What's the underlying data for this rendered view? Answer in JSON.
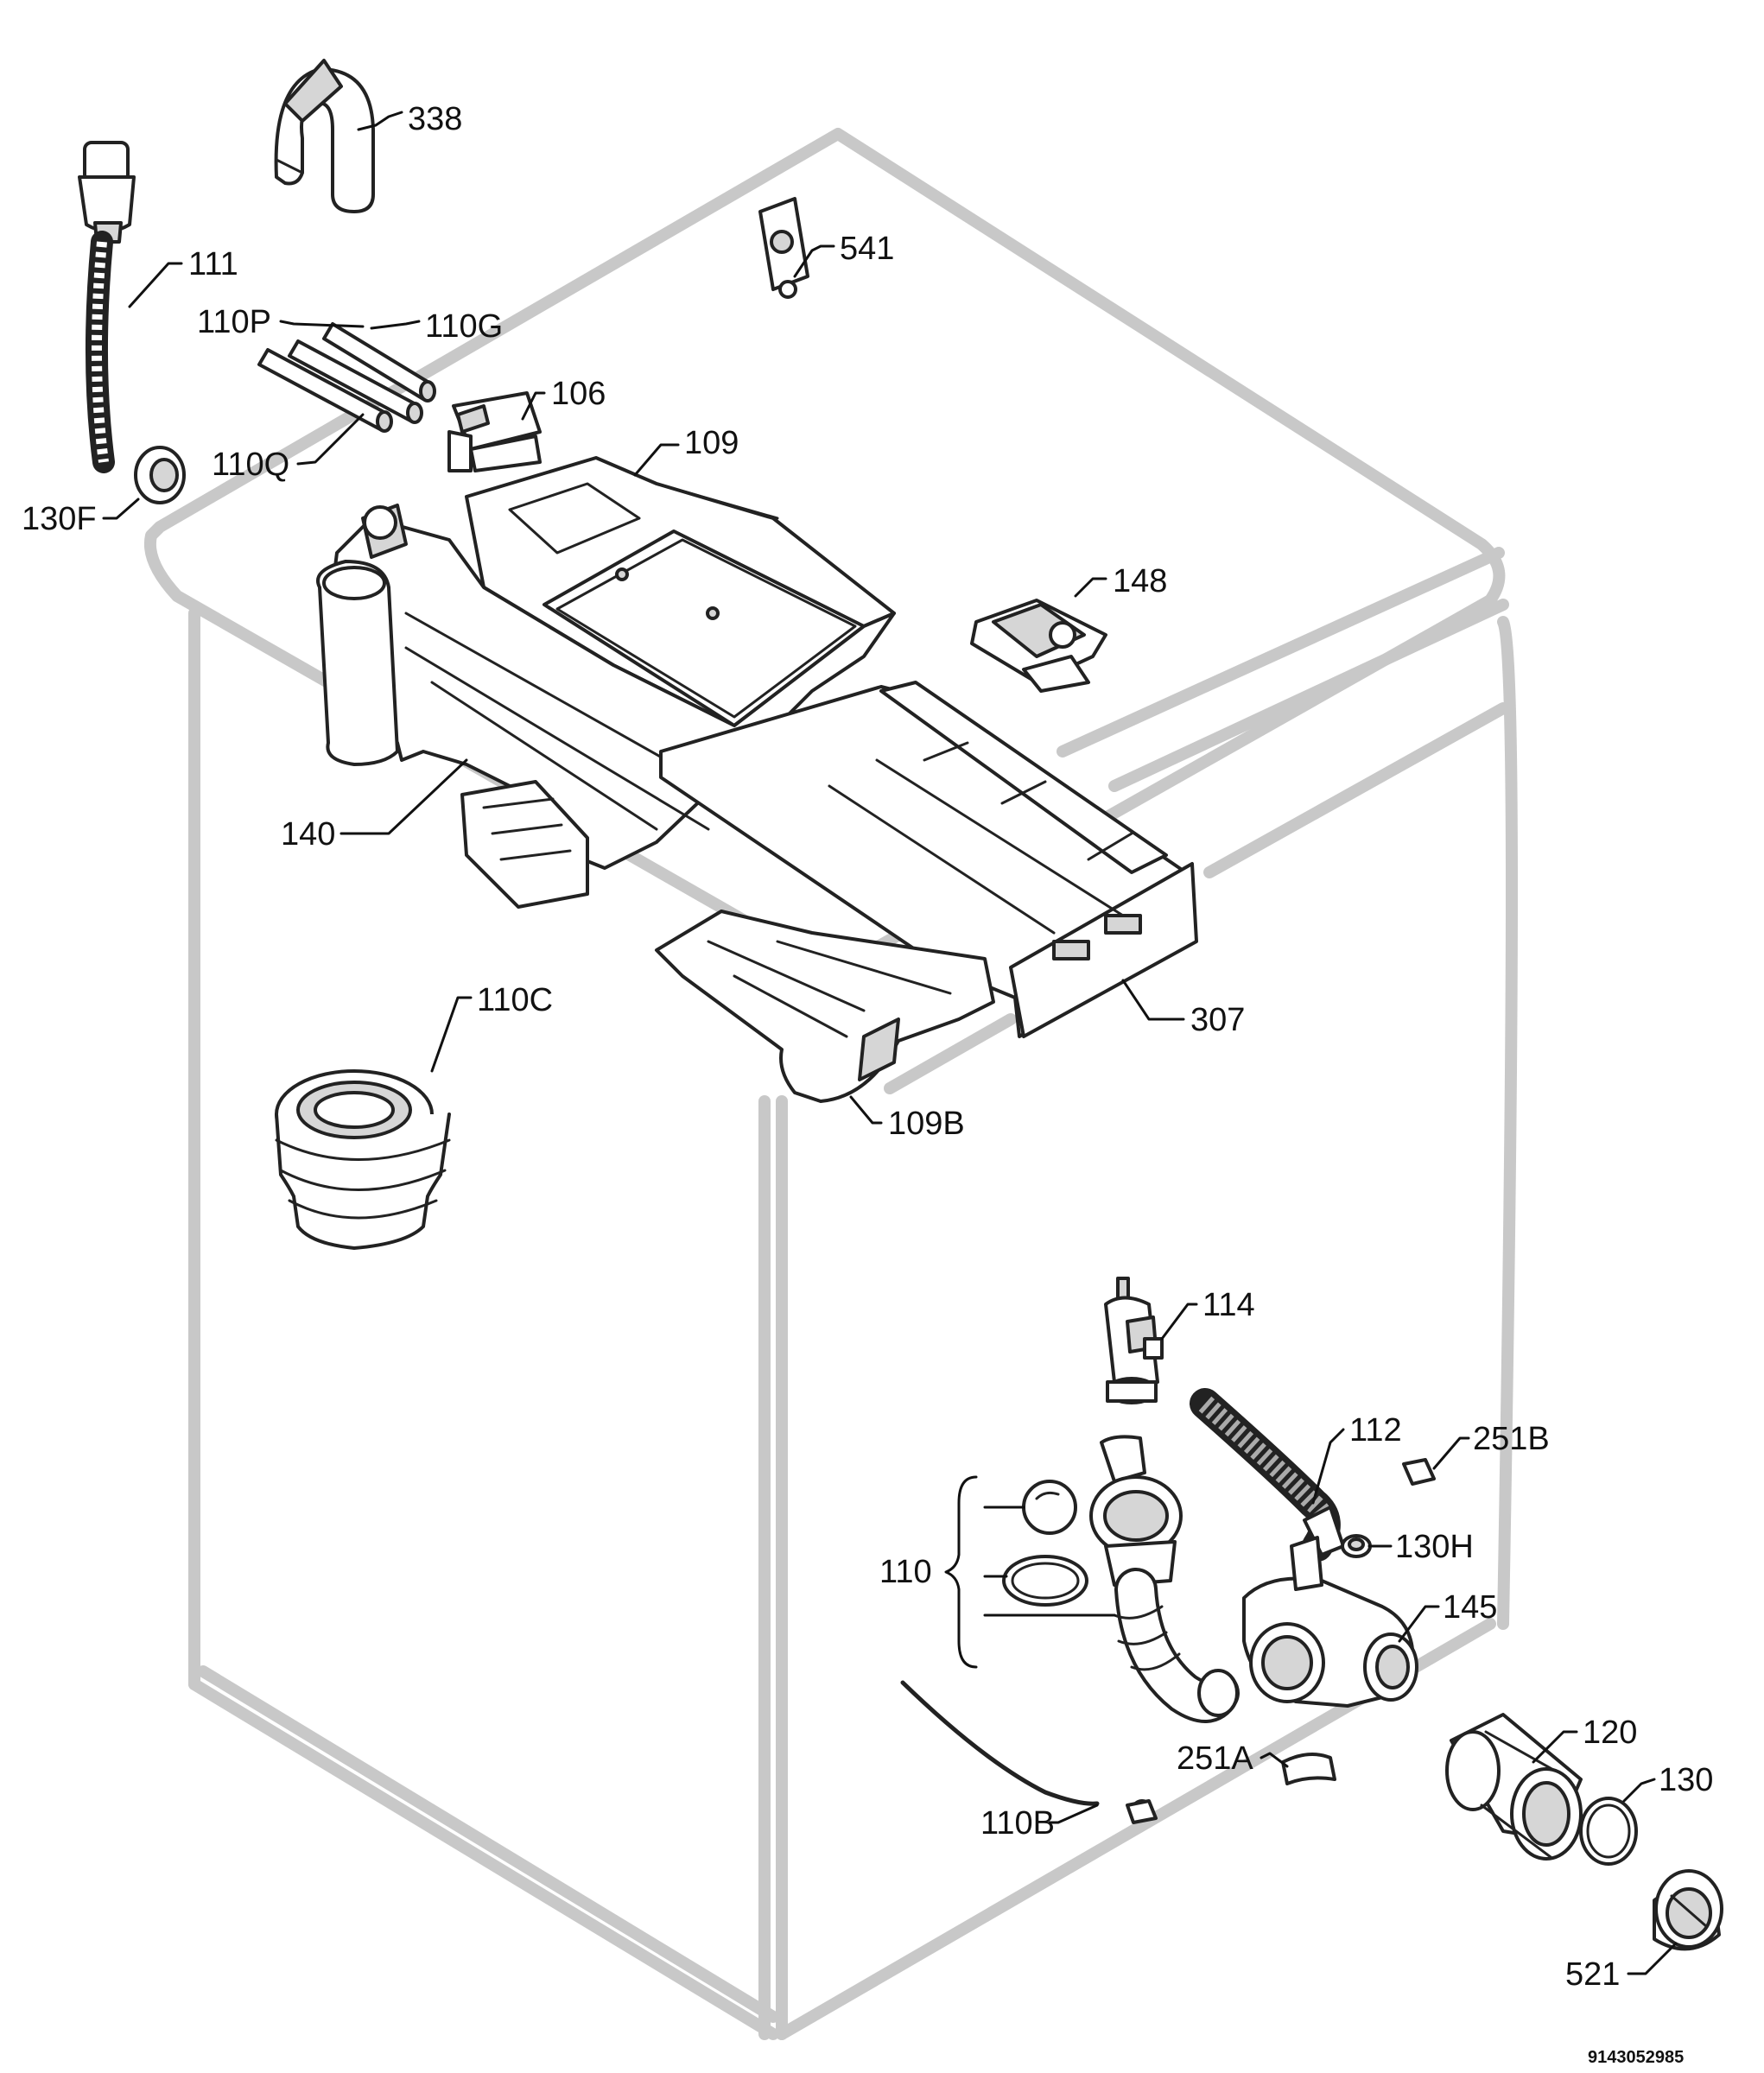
{
  "labels": {
    "l338": "338",
    "l541": "541",
    "l111": "111",
    "l110P": "110P",
    "l110G": "110G",
    "l106": "106",
    "l110Q": "110Q",
    "l109": "109",
    "l130F": "130F",
    "l148": "148",
    "l140": "140",
    "l307": "307",
    "l110C": "110C",
    "l109B": "109B",
    "l114": "114",
    "l112": "112",
    "l251B": "251B",
    "l110": "110",
    "l130H": "130H",
    "l145": "145",
    "l120": "120",
    "l130": "130",
    "l251A": "251A",
    "l110B": "110B",
    "l521": "521"
  },
  "reference_number": "9143052985"
}
